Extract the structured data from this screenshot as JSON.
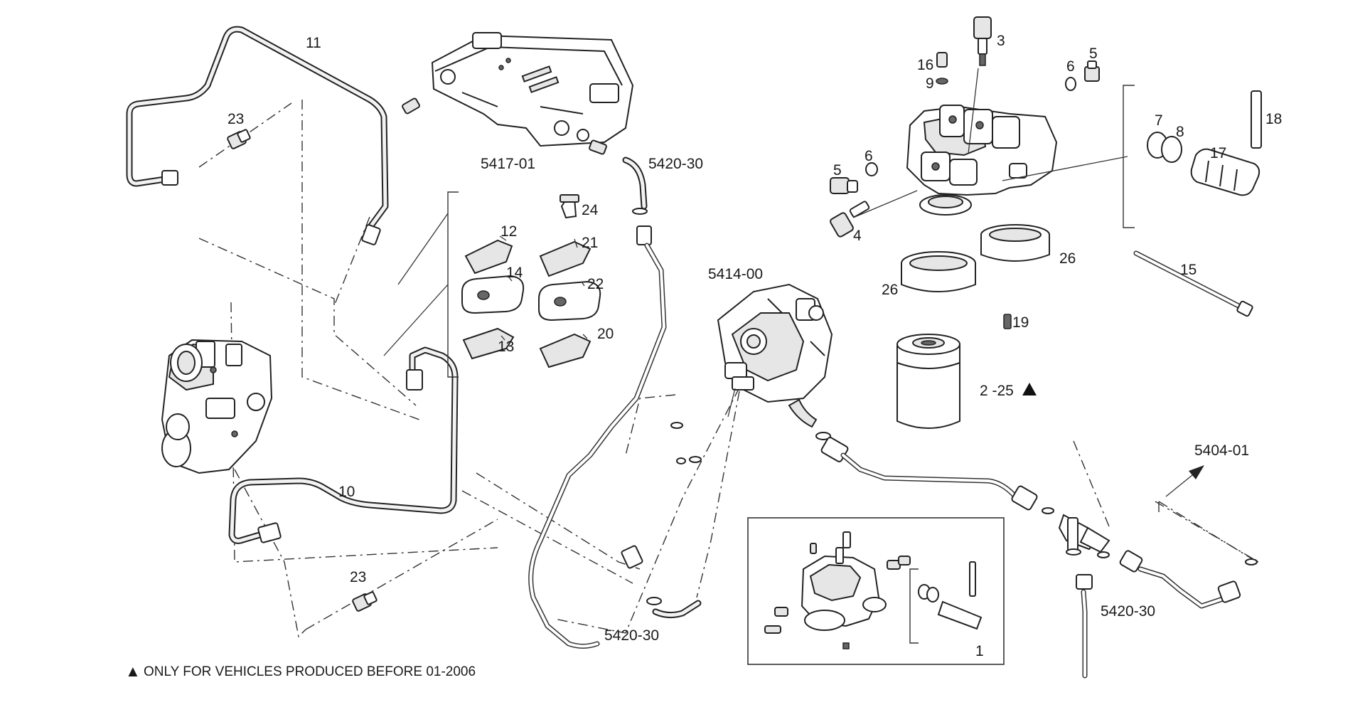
{
  "callouts": {
    "c11": "11",
    "c23a": "23",
    "c23b": "23",
    "c10": "10",
    "c12": "12",
    "c14": "14",
    "c13": "13",
    "c24": "24",
    "c21": "21",
    "c22": "22",
    "c20": "20",
    "g5417": "5417-01",
    "g5420a": "5420-30",
    "g5420b": "5420-30",
    "g5420c": "5420-30",
    "g5414": "5414-00",
    "g5404": "5404-01",
    "c16": "16",
    "c9": "9",
    "c3": "3",
    "c6a": "6",
    "c5a": "5",
    "c6b": "6",
    "c5b": "5",
    "c4": "4",
    "c7": "7",
    "c8": "8",
    "c17": "17",
    "c18": "18",
    "c15": "15",
    "c26a": "26",
    "c26b": "26",
    "c19": "19",
    "c2_25": "2 -25",
    "c1": "1"
  },
  "footnote": "ONLY FOR VEHICLES PRODUCED BEFORE 01-2006",
  "marker": "▲"
}
